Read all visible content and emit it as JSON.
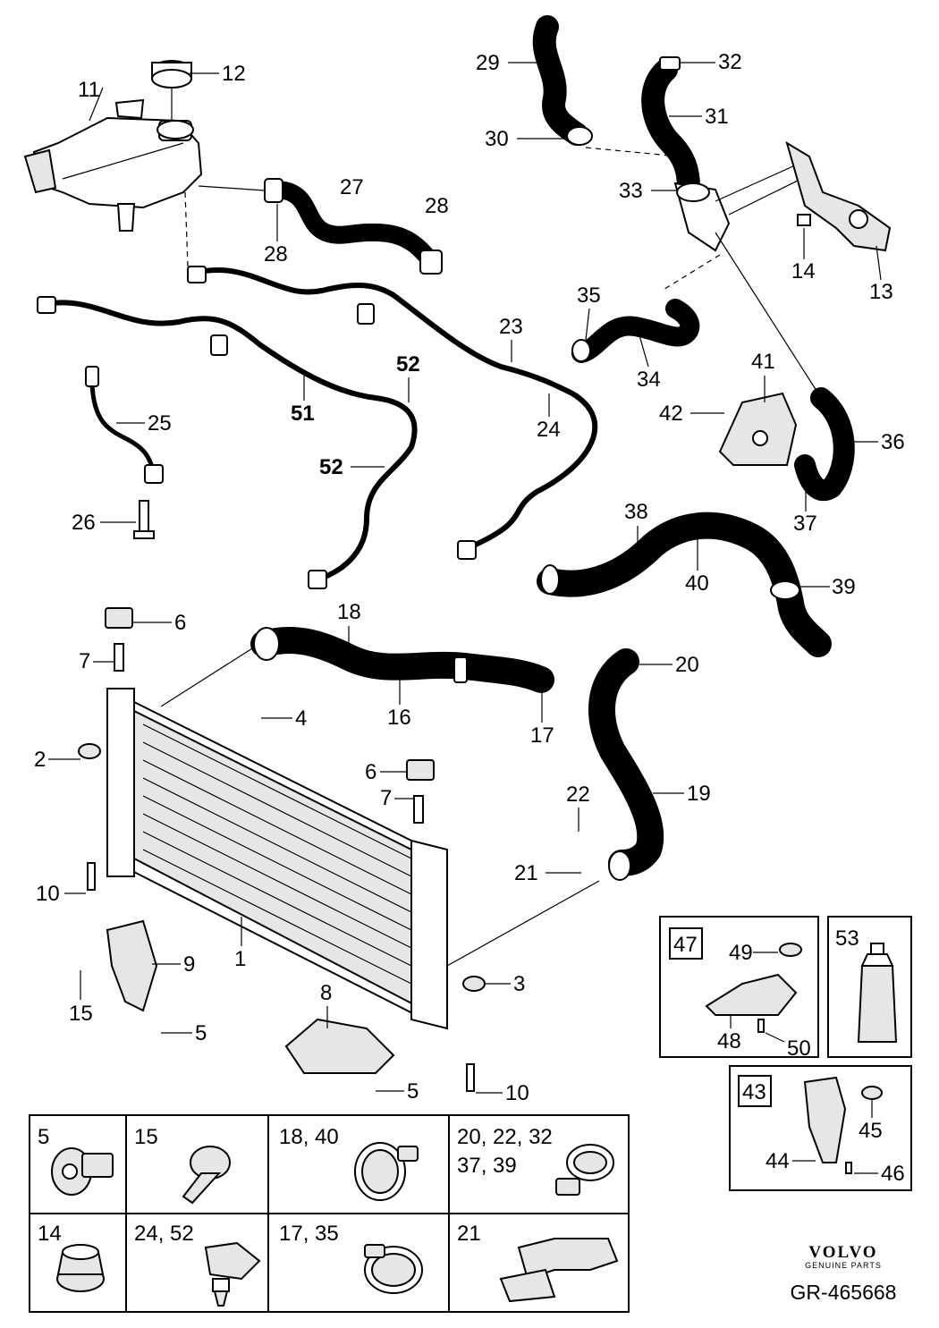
{
  "callouts": [
    "1",
    "2",
    "3",
    "4",
    "5",
    "6",
    "7",
    "8",
    "9",
    "10",
    "11",
    "12",
    "13",
    "14",
    "15",
    "16",
    "17",
    "18",
    "19",
    "20",
    "21",
    "22",
    "23",
    "24",
    "25",
    "26",
    "27",
    "28",
    "29",
    "30",
    "31",
    "32",
    "33",
    "34",
    "35",
    "36",
    "37",
    "38",
    "39",
    "40",
    "41",
    "42",
    "43",
    "44",
    "45",
    "46",
    "47",
    "48",
    "49",
    "50",
    "51",
    "52",
    "53"
  ],
  "callout_repeats": {
    "28b": "28",
    "5b": "5",
    "5c": "5",
    "6b": "6",
    "7b": "7",
    "10b": "10",
    "52b": "52"
  },
  "fastener_table": [
    {
      "label": "5",
      "icon": "torx-bolt-icon"
    },
    {
      "label": "15",
      "icon": "self-tapping-screw-icon"
    },
    {
      "label": "18, 40",
      "icon": "hose-clamp-icon"
    },
    {
      "label": "20, 22, 32\n37, 39",
      "line1": "20, 22, 32",
      "line2": "37, 39",
      "icon": "spring-clip-icon"
    },
    {
      "label": "14",
      "icon": "flange-nut-icon"
    },
    {
      "label": "24, 52",
      "icon": "push-clip-icon"
    },
    {
      "label": "17,  35",
      "icon": "band-clamp-icon"
    },
    {
      "label": "21",
      "icon": "hose-holder-icon"
    }
  ],
  "kits": [
    {
      "id": "47",
      "contents": [
        "48",
        "49",
        "50"
      ]
    },
    {
      "id": "43",
      "contents": [
        "44",
        "45",
        "46"
      ]
    }
  ],
  "fluid_box": {
    "label": "53",
    "icon": "coolant-bottle-icon"
  },
  "brand": {
    "logo": "VOLVO",
    "subtitle": "GENUINE PARTS"
  },
  "reference": "GR-465668"
}
